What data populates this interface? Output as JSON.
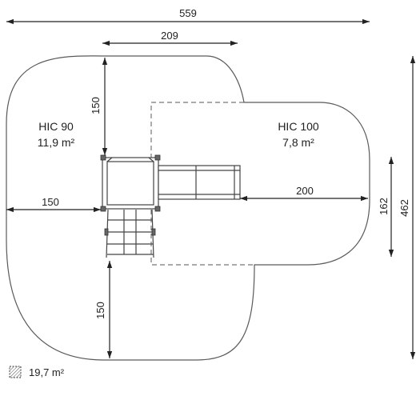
{
  "dimensions": {
    "overall_width": "559",
    "platform_width": "209",
    "top_clearance": "150",
    "left_clearance": "150",
    "bottom_clearance": "150",
    "slide_clearance": "200",
    "slide_zone_depth": "162",
    "overall_depth": "462"
  },
  "zones": {
    "left": {
      "label": "HIC 90",
      "area": "11,9 m²"
    },
    "right": {
      "label": "HIC 100",
      "area": "7,8 m²"
    }
  },
  "legend": {
    "icon": "hatched-square-icon",
    "total_area": "19,7 m²"
  },
  "colors": {
    "outline": "#5a5a5a",
    "dimension": "#222222"
  }
}
